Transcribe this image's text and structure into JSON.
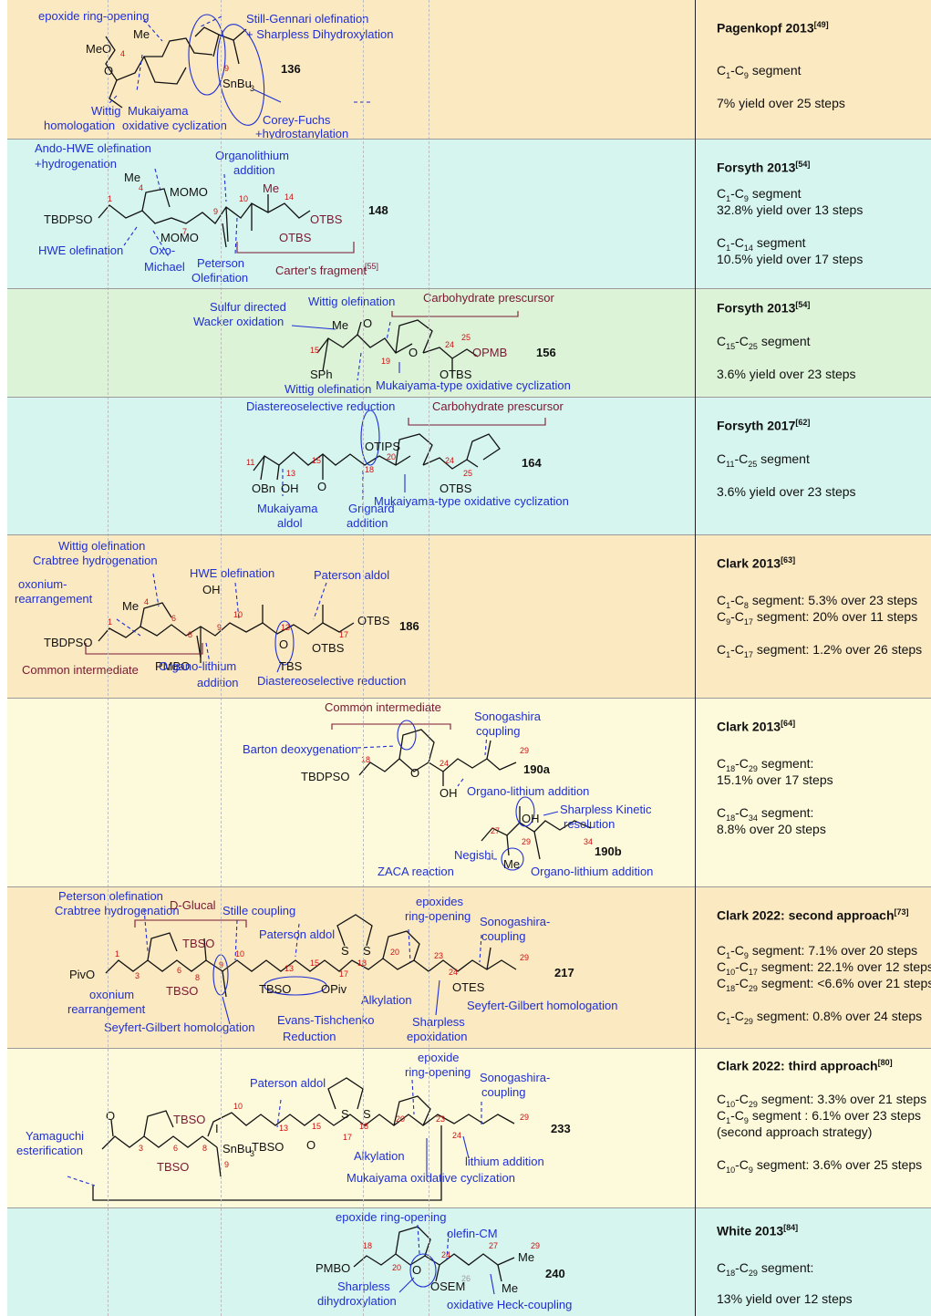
{
  "colors": {
    "orange": "#fbe9c2",
    "teal": "#d6f5ee",
    "green": "#dcf3d8",
    "yellow": "#fdfadb",
    "annotation": "#1f2fd6",
    "fragment": "#7a1832",
    "atom_number": "#d01010"
  },
  "rows": [
    {
      "id": "136",
      "bg": "#fbe9c2",
      "author": "Pagenkopf 2013",
      "ref": "[49]",
      "segments": [
        [
          "C",
          "1",
          "-C",
          "9",
          " segment"
        ]
      ],
      "yields": [
        "7% yield over 25 steps"
      ],
      "scheme": {
        "compound": "136",
        "labels": [
          "epoxide ring-opening",
          "Still-Gennari olefination",
          "+ Sharpless Dihydroxylation",
          "MeO",
          "O",
          "Me",
          "SnBu",
          "3",
          "Wittig",
          "homologation",
          "Mukaiyama",
          "oxidative cyclization",
          "Corey-Fuchs",
          "+hydrostanylation",
          "4",
          "9"
        ]
      }
    },
    {
      "id": "148",
      "bg": "#d6f5ee",
      "author": "Forsyth 2013",
      "ref": "[54]",
      "segments": [
        [
          "C",
          "1",
          "-C",
          "9",
          " segment"
        ],
        [
          "C",
          "1",
          "-C",
          "14",
          " segment"
        ]
      ],
      "yields": [
        "32.8% yield over 13 steps",
        "10.5% yield over 17 steps"
      ],
      "scheme": {
        "compound": "148",
        "labels": [
          "Ando-HWE olefination",
          "+hydrogenation",
          "Organolithium",
          "addition",
          "Me",
          "MOMO",
          "TBDPSO",
          "OTBS",
          "HWE olefination",
          "Oxo-",
          "Michael",
          "Peterson",
          "Olefination",
          "Carter's fragment",
          "[55]",
          "1",
          "4",
          "7",
          "9",
          "10",
          "14"
        ]
      }
    },
    {
      "id": "156",
      "bg": "#dcf3d8",
      "author": "Forsyth 2013",
      "ref": "[54]",
      "segments": [
        [
          "C",
          "15",
          "-C",
          "25",
          " segment"
        ]
      ],
      "yields": [
        "3.6% yield over 23 steps"
      ],
      "scheme": {
        "compound": "156",
        "labels": [
          "Sulfur directed",
          "Wacker oxidation",
          "Wittig olefination",
          "Carbohydrate prescursor",
          "Me",
          "O",
          "OPMB",
          "SPh",
          "OTBS",
          "Mukaiyama-type oxidative cyclization",
          "15",
          "19",
          "24",
          "25"
        ]
      }
    },
    {
      "id": "164",
      "bg": "#d6f5ee",
      "author": "Forsyth 2017",
      "ref": "[62]",
      "segments": [
        [
          "C",
          "11",
          "-C",
          "25",
          " segment"
        ]
      ],
      "yields": [
        "3.6% yield over 23 steps"
      ],
      "scheme": {
        "compound": "164",
        "labels": [
          "Diastereoselective reduction",
          "Carbohydrate prescursor",
          "OTIPS",
          "O",
          "OBn",
          "OH",
          "OTBS",
          "Mukaiyama",
          "aldol",
          "Grignard",
          "addition",
          "Mukaiyama-type oxidative cyclization",
          "11",
          "13",
          "15",
          "18",
          "20",
          "24",
          "25"
        ]
      }
    },
    {
      "id": "186",
      "bg": "#fbe9c2",
      "author": "Clark 2013",
      "ref": "[63]",
      "segments": [
        [
          "C",
          "1",
          "-C",
          "8",
          " segment: 5.3% over 23 steps"
        ],
        [
          "C",
          "9",
          "-C",
          "17",
          " segment: 20% over 11 steps"
        ],
        [
          "C",
          "1",
          "-C",
          "17",
          " segment: 1.2% over 26 steps"
        ]
      ],
      "yields": [],
      "scheme": {
        "compound": "186",
        "labels": [
          "Wittig olefination",
          "Crabtree hydrogenation",
          "oxonium-",
          "rearrangement",
          "HWE olefination",
          "Paterson aldol",
          "Me",
          "OH",
          "TBDPSO",
          "PMBO",
          "OTBS",
          "O",
          "TBS",
          "Common intermediate",
          "Organo-lithium",
          "addition",
          "Diastereoselective reduction",
          "1",
          "4",
          "6",
          "8",
          "9",
          "10",
          "13",
          "17"
        ]
      }
    },
    {
      "id": "190",
      "bg": "#fdfadb",
      "author": "Clark 2013",
      "ref": "[64]",
      "segments": [
        [
          "C",
          "18",
          "-C",
          "29",
          " segment:"
        ],
        [
          "C",
          "18",
          "-C",
          "34",
          " segment:"
        ]
      ],
      "yields": [
        "15.1% over 17 steps",
        "8.8% over 20 steps"
      ],
      "scheme": {
        "compound_a": "190a",
        "compound_b": "190b",
        "labels": [
          "Common intermediate",
          "Sonogashira",
          "coupling",
          "Barton deoxygenation",
          "TBDPSO",
          "O",
          "OH",
          "Organo-lithium addition",
          "Sharpless Kinetic",
          "resolution",
          "Negishi",
          "ZACA reaction",
          "Me",
          "18",
          "24",
          "29",
          "27",
          "34"
        ]
      }
    },
    {
      "id": "217",
      "bg": "#fbe9c2",
      "author": "Clark 2022: second approach",
      "ref": "[73]",
      "segments": [
        [
          "C",
          "1",
          "-C",
          "9",
          " segment: 7.1% over 20 steps"
        ],
        [
          "C",
          "10",
          "-C",
          "17",
          " segment: 22.1% over 12 steps"
        ],
        [
          "C",
          "18",
          "-C",
          "29",
          " segment: <6.6% over 21 steps"
        ],
        [
          "C",
          "1",
          "-C",
          "29",
          " segment: 0.8% over 24 steps"
        ]
      ],
      "yields": [],
      "scheme": {
        "compound": "217",
        "labels": [
          "Peterson olefination",
          "Crabtree hydrogenation",
          "D-Glucal",
          "Stille coupling",
          "epoxides",
          "ring-opening",
          "Sonogashira-",
          "coupling",
          "Paterson aldol",
          "TBSO",
          "PivO",
          "S",
          "OPiv",
          "OTES",
          "oxonium",
          "rearrangement",
          "Seyfert-Gilbert homologation",
          "Evans-Tishchenko",
          "Reduction",
          "Alkylation",
          "Sharpless",
          "epoxidation",
          "1",
          "3",
          "6",
          "8",
          "9",
          "10",
          "13",
          "15",
          "17",
          "18",
          "20",
          "23",
          "24",
          "29"
        ]
      }
    },
    {
      "id": "233",
      "bg": "#fdfadb",
      "author": "Clark 2022: third approach",
      "ref": "[80]",
      "segments": [
        [
          "C",
          "10",
          "-C",
          "29",
          " segment: 3.3% over 21 steps"
        ],
        [
          "C",
          "1",
          "-C",
          "9",
          " segment : 6.1% over 23 steps"
        ],
        [
          "",
          "",
          "",
          "",
          "(second approach strategy)"
        ],
        [
          "C",
          "10",
          "-C",
          "9",
          " segment: 3.6% over 25 steps"
        ]
      ],
      "yields": [],
      "scheme": {
        "compound": "233",
        "labels": [
          "epoxide",
          "ring-opening",
          "Sonogashira-",
          "coupling",
          "Paterson aldol",
          "I",
          "TBSO",
          "O",
          "S",
          "SnBu",
          "3",
          "Yamaguchi",
          "esterification",
          "Alkylation",
          "lithium addition",
          "Mukaiyama oxidative cyclization",
          "3",
          "6",
          "8",
          "9",
          "10",
          "13",
          "15",
          "17",
          "18",
          "20",
          "23",
          "24",
          "29"
        ]
      }
    },
    {
      "id": "240",
      "bg": "#d6f5ee",
      "author": "White 2013",
      "ref": "[84]",
      "segments": [
        [
          "C",
          "18",
          "-C",
          "29",
          " segment:"
        ]
      ],
      "yields": [
        "13% yield over 12 steps"
      ],
      "scheme": {
        "compound": "240",
        "labels": [
          "epoxide ring-opening",
          "olefin-CM",
          "PMBO",
          "O",
          "OSEM",
          "Me",
          "Sharpless",
          "dihydroxylation",
          "oxidative Heck-coupling",
          "18",
          "20",
          "24",
          "26",
          "27",
          "29"
        ]
      }
    }
  ]
}
